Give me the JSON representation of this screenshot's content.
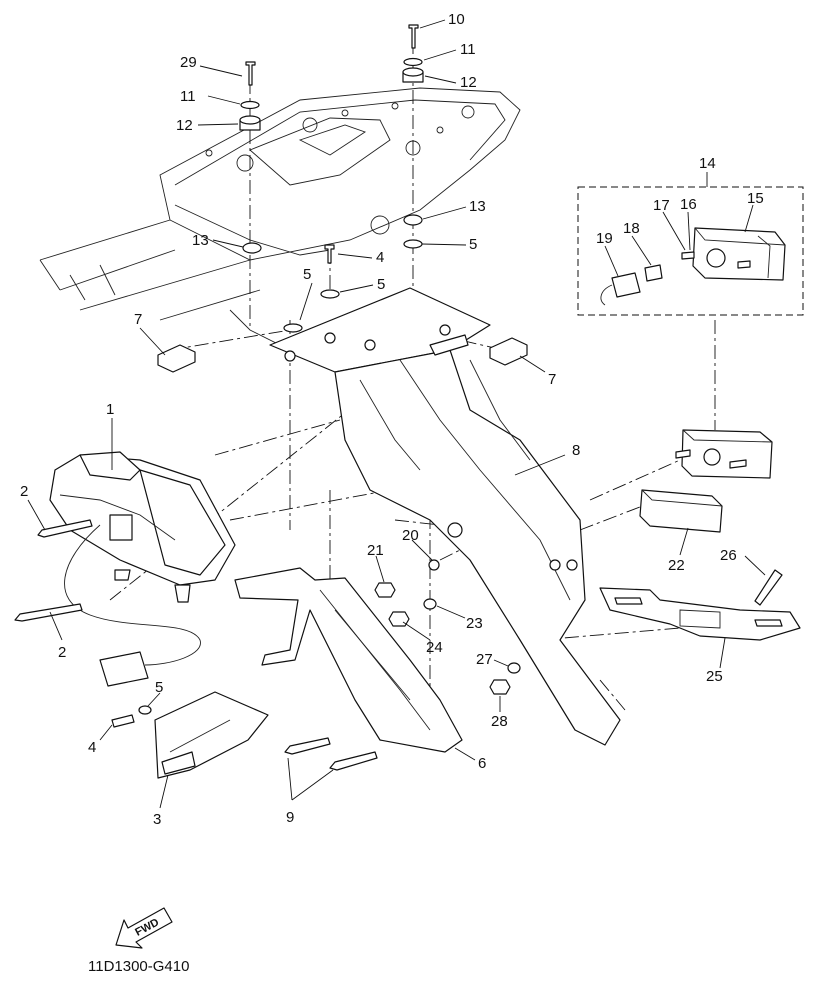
{
  "drawing_code": "11D1300-G410",
  "fwd_label": "FWD",
  "callouts": [
    {
      "id": "p1",
      "label": "1"
    },
    {
      "id": "p2a",
      "label": "2"
    },
    {
      "id": "p2b",
      "label": "2"
    },
    {
      "id": "p3",
      "label": "3"
    },
    {
      "id": "p4a",
      "label": "4"
    },
    {
      "id": "p4b",
      "label": "4"
    },
    {
      "id": "p5a",
      "label": "5"
    },
    {
      "id": "p5b",
      "label": "5"
    },
    {
      "id": "p5c",
      "label": "5"
    },
    {
      "id": "p5d",
      "label": "5"
    },
    {
      "id": "p6",
      "label": "6"
    },
    {
      "id": "p7a",
      "label": "7"
    },
    {
      "id": "p7b",
      "label": "7"
    },
    {
      "id": "p8",
      "label": "8"
    },
    {
      "id": "p9",
      "label": "9"
    },
    {
      "id": "p10",
      "label": "10"
    },
    {
      "id": "p11a",
      "label": "11"
    },
    {
      "id": "p11b",
      "label": "11"
    },
    {
      "id": "p12a",
      "label": "12"
    },
    {
      "id": "p12b",
      "label": "12"
    },
    {
      "id": "p13a",
      "label": "13"
    },
    {
      "id": "p13b",
      "label": "13"
    },
    {
      "id": "p14",
      "label": "14"
    },
    {
      "id": "p15",
      "label": "15"
    },
    {
      "id": "p16",
      "label": "16"
    },
    {
      "id": "p17",
      "label": "17"
    },
    {
      "id": "p18",
      "label": "18"
    },
    {
      "id": "p19",
      "label": "19"
    },
    {
      "id": "p20",
      "label": "20"
    },
    {
      "id": "p21",
      "label": "21"
    },
    {
      "id": "p22",
      "label": "22"
    },
    {
      "id": "p23",
      "label": "23"
    },
    {
      "id": "p24",
      "label": "24"
    },
    {
      "id": "p25",
      "label": "25"
    },
    {
      "id": "p26",
      "label": "26"
    },
    {
      "id": "p27",
      "label": "27"
    },
    {
      "id": "p28",
      "label": "28"
    },
    {
      "id": "p29",
      "label": "29"
    }
  ]
}
